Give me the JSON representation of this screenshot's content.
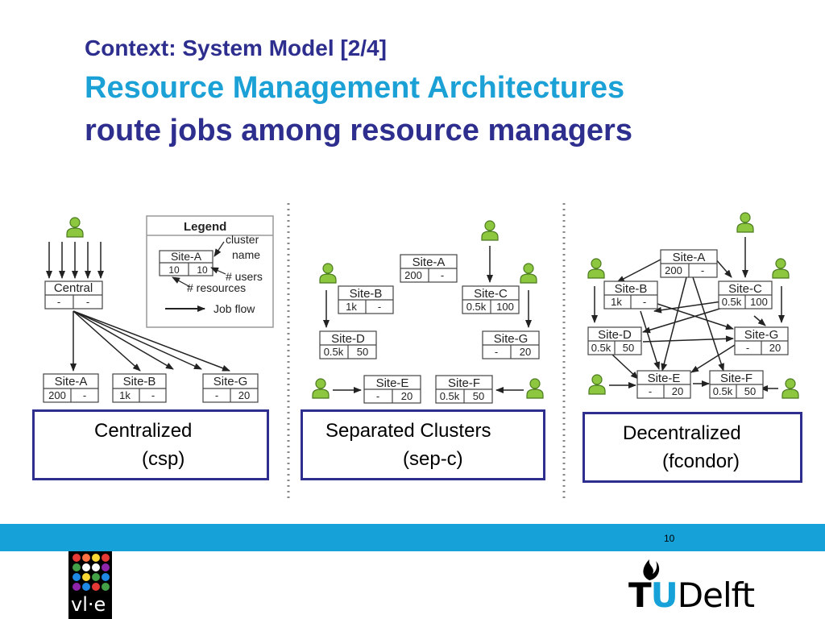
{
  "header": {
    "context_title": "Context: System Model [2/4]",
    "main_title": "Resource Management Architectures",
    "subtitle": "route jobs among resource managers"
  },
  "legend": {
    "heading": "Legend",
    "site_label": "Site-A",
    "users_value": "10",
    "resources_value": "10",
    "cluster_name_line1": "cluster",
    "cluster_name_line2": "name",
    "users_label": "# users",
    "resources_label": "# resources",
    "job_flow_label": "Job flow"
  },
  "centralized": {
    "central": {
      "name": "Central",
      "res": "-",
      "users": "-"
    },
    "sites": [
      {
        "name": "Site-A",
        "res": "200",
        "users": "-"
      },
      {
        "name": "Site-B",
        "res": "1k",
        "users": "-"
      },
      {
        "name": "Site-G",
        "res": "-",
        "users": "20"
      }
    ],
    "caption_line1": "Centralized",
    "caption_line2": "(csp)"
  },
  "separated": {
    "sites": [
      {
        "name": "Site-A",
        "res": "200",
        "users": "-"
      },
      {
        "name": "Site-B",
        "res": "1k",
        "users": "-"
      },
      {
        "name": "Site-C",
        "res": "0.5k",
        "users": "100"
      },
      {
        "name": "Site-D",
        "res": "0.5k",
        "users": "50"
      },
      {
        "name": "Site-G",
        "res": "-",
        "users": "20"
      },
      {
        "name": "Site-E",
        "res": "-",
        "users": "20"
      },
      {
        "name": "Site-F",
        "res": "0.5k",
        "users": "50"
      }
    ],
    "caption_line1": "Separated Clusters",
    "caption_line2": "(sep-c)"
  },
  "decentralized": {
    "sites": [
      {
        "name": "Site-A",
        "res": "200",
        "users": "-"
      },
      {
        "name": "Site-B",
        "res": "1k",
        "users": "-"
      },
      {
        "name": "Site-C",
        "res": "0.5k",
        "users": "100"
      },
      {
        "name": "Site-D",
        "res": "0.5k",
        "users": "50"
      },
      {
        "name": "Site-G",
        "res": "-",
        "users": "20"
      },
      {
        "name": "Site-E",
        "res": "-",
        "users": "20"
      },
      {
        "name": "Site-F",
        "res": "0.5k",
        "users": "50"
      }
    ],
    "caption_line1": "Decentralized",
    "caption_line2": "(fcondor)"
  },
  "footer": {
    "page_number": "10",
    "vle_logo_text": "vl·e",
    "tud_logo_t": "T",
    "tud_logo_u": "U",
    "tud_logo_delft": "Delft"
  },
  "colors": {
    "title_dark": "#2e2e8f",
    "title_accent": "#1ba1d6",
    "footer_bar": "#16a2d8",
    "user_green": "#8dc63f"
  }
}
